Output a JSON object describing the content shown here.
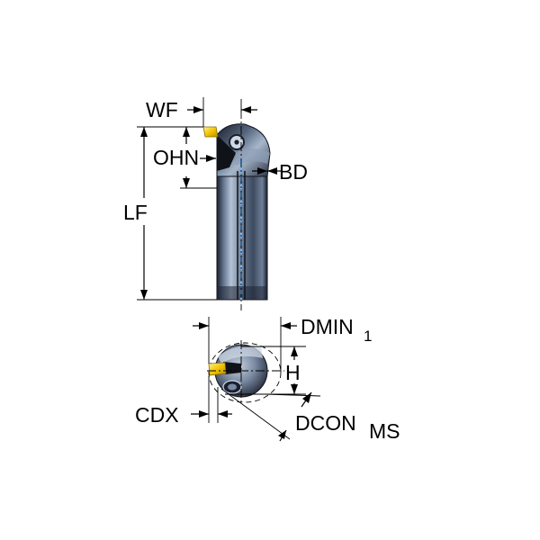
{
  "labels": {
    "wf": "WF",
    "ohn": "OHN",
    "bd": "BD",
    "lf": "LF",
    "dmin": "DMIN",
    "dmin_sub": "1",
    "h": "H",
    "cdx": "CDX",
    "dcon": "DCON",
    "dcon_sub": "MS"
  },
  "colors": {
    "body_dark": "#1b1f2a",
    "body_mid": "#4a5a72",
    "body_light": "#9fb0c6",
    "insert_yellow": "#f2c500",
    "coolant_blue": "#6fb8ff"
  }
}
